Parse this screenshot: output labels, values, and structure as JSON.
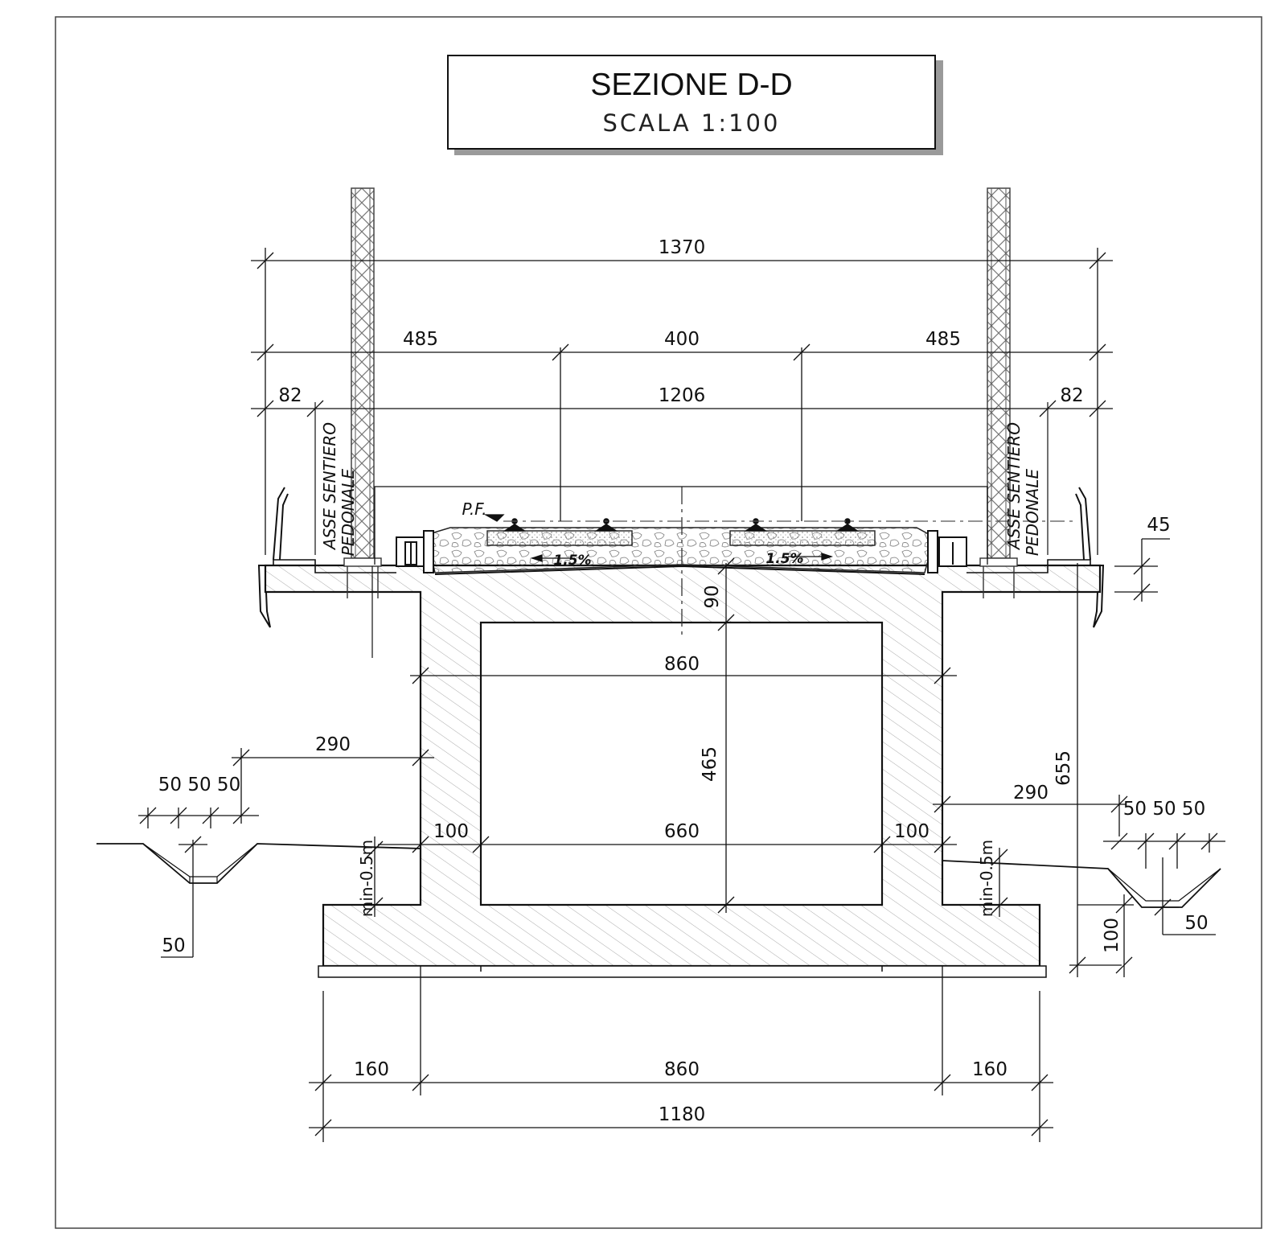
{
  "title": "SEZIONE D-D",
  "scale": "SCALA 1:100",
  "dimensions": {
    "overall_top": "1370",
    "side_left": "485",
    "center": "400",
    "side_right": "485",
    "platform": "1206",
    "edge_left": "82",
    "edge_right": "82",
    "cantilever_drop": "45",
    "slab_thickness": "90",
    "internal_height": "465",
    "total_height": "655",
    "outer_width_top": "860",
    "inner_width": "660",
    "wall_left": "100",
    "wall_right": "100",
    "ditch_offset_left": "290",
    "ditch_offset_right": "290",
    "ditch_parts_left": "50 50 50",
    "ditch_parts_right": "50 50 50",
    "ditch_depth_left": "50",
    "ditch_depth_right": "50",
    "footing_thickness": "100",
    "footing_overhang_left": "160",
    "footing_mid": "860",
    "footing_overhang_right": "160",
    "footing_total": "1180"
  },
  "labels": {
    "path_axis_left_1": "ASSE SENTIERO",
    "path_axis_left_2": "PEDONALE",
    "path_axis_right_1": "ASSE SENTIERO",
    "path_axis_right_2": "PEDONALE",
    "rail_level": "P.F.",
    "slope_left": "1.5%",
    "slope_right": "1.5%",
    "min_cover_left": "min-0.5m",
    "min_cover_right": "min-0.5m"
  }
}
